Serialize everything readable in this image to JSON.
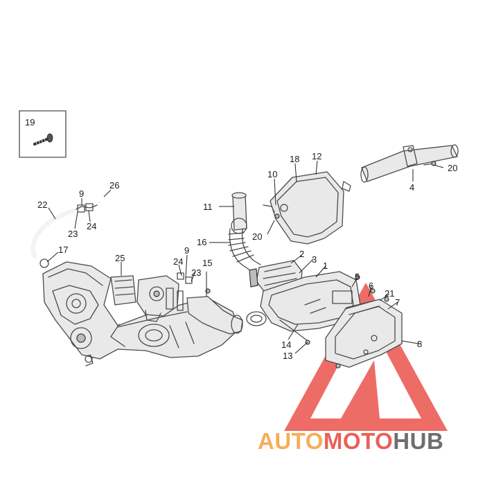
{
  "callouts": [
    {
      "id": "c19",
      "label": "19"
    },
    {
      "id": "c26",
      "label": "26"
    },
    {
      "id": "c9a",
      "label": "9"
    },
    {
      "id": "c22",
      "label": "22"
    },
    {
      "id": "c23a",
      "label": "23"
    },
    {
      "id": "c24a",
      "label": "24"
    },
    {
      "id": "c17",
      "label": "17"
    },
    {
      "id": "c25",
      "label": "25"
    },
    {
      "id": "c9b",
      "label": "9"
    },
    {
      "id": "c24b",
      "label": "24"
    },
    {
      "id": "c23b",
      "label": "23"
    },
    {
      "id": "c15",
      "label": "15"
    },
    {
      "id": "c16",
      "label": "16"
    },
    {
      "id": "c11",
      "label": "11"
    },
    {
      "id": "c10",
      "label": "10"
    },
    {
      "id": "c18",
      "label": "18"
    },
    {
      "id": "c12",
      "label": "12"
    },
    {
      "id": "c20a",
      "label": "20"
    },
    {
      "id": "c20b",
      "label": "20"
    },
    {
      "id": "c4",
      "label": "4"
    },
    {
      "id": "c2",
      "label": "2"
    },
    {
      "id": "c3",
      "label": "3"
    },
    {
      "id": "c1",
      "label": "1"
    },
    {
      "id": "c5",
      "label": "5"
    },
    {
      "id": "c6",
      "label": "6"
    },
    {
      "id": "c21",
      "label": "21"
    },
    {
      "id": "c7",
      "label": "7"
    },
    {
      "id": "c8",
      "label": "8"
    },
    {
      "id": "c14",
      "label": "14"
    },
    {
      "id": "c13",
      "label": "13"
    }
  ],
  "watermark": {
    "part1": "AUTO",
    "part2": "MOTO",
    "part3": "HUB",
    "color_orange": "#f4a03c",
    "color_red": "#e8453c",
    "color_dark": "#555555"
  }
}
